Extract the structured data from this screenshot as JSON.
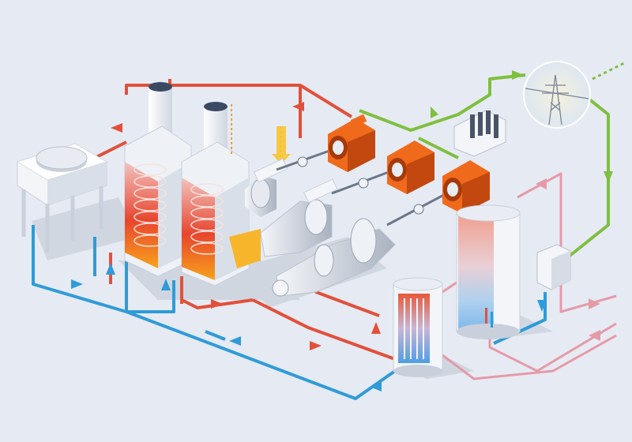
{
  "colors": {
    "background": "#e6eaf3",
    "hot_line": "#e2503a",
    "cold_line": "#2f9bd8",
    "power_line": "#7fbf3f",
    "district_line": "#e59aa8",
    "fire": "#f7a21b",
    "generator": "#f06a1c",
    "metal_light": "#f3f5f8",
    "metal_mid": "#c9d0dc",
    "metal_dark": "#9aa4b4",
    "shadow": "#b7bfcc"
  },
  "components": [
    {
      "name": "cooling-tower",
      "icon": "cooling-tower-icon"
    },
    {
      "name": "boiler-1",
      "icon": "boiler-icon"
    },
    {
      "name": "boiler-2",
      "icon": "boiler-icon"
    },
    {
      "name": "steam-turbine-1",
      "icon": "turbine-icon"
    },
    {
      "name": "steam-turbine-2",
      "icon": "turbine-icon"
    },
    {
      "name": "gas-turbine",
      "icon": "turbine-icon"
    },
    {
      "name": "generator-1",
      "icon": "generator-icon"
    },
    {
      "name": "generator-2",
      "icon": "generator-icon"
    },
    {
      "name": "generator-3",
      "icon": "generator-icon"
    },
    {
      "name": "transformer",
      "icon": "transformer-icon"
    },
    {
      "name": "power-grid",
      "icon": "pylon-icon"
    },
    {
      "name": "control-box",
      "icon": "cabinet-icon"
    },
    {
      "name": "heat-storage-tank",
      "icon": "tank-icon"
    },
    {
      "name": "heat-exchanger",
      "icon": "heat-exchanger-icon"
    }
  ]
}
